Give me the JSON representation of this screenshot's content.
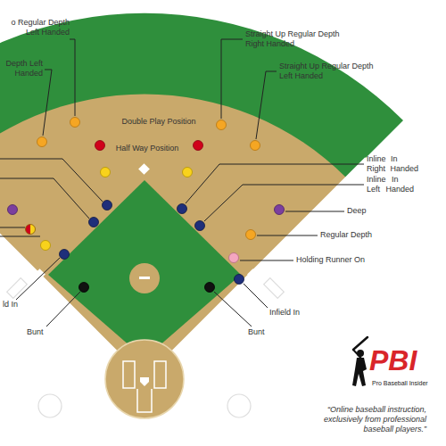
{
  "diagram": {
    "labels": [
      "o Regular Depth Left Handed",
      "Depth Left Handed",
      "Straight Up Regular Depth Right Handed",
      "Straight Up Regular Depth Left Handed",
      "Double Play Position",
      "Half Way Position",
      "Inline In Right Handed",
      "Inline In Left Handed",
      "Deep",
      "Regular Depth",
      "Holding Runner On",
      "ld In",
      "Infield In",
      "Bunt",
      "Bunt",
      "PBI",
      "Pro Baseball Insider",
      "“Online baseball instruction, exclusively from professional baseball players.”"
    ]
  }
}
